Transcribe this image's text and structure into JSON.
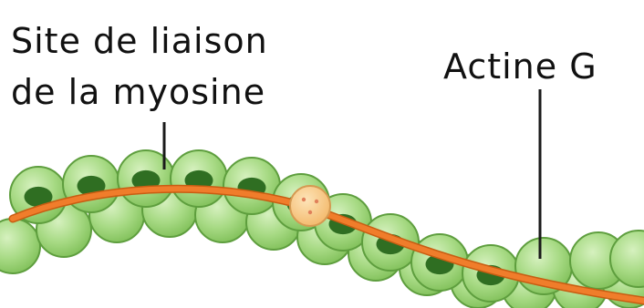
{
  "labels": {
    "binding_site_line1": "Site de liaison",
    "binding_site_line2": "de la myosine",
    "g_actin": "Actine G"
  },
  "colors": {
    "actin_light": "#b8e39a",
    "actin_mid": "#86c95c",
    "actin_outline": "#5e9e3e",
    "actin_core": "#2f6e22",
    "tropomyosin": "#f07d2b",
    "tropomyosin_edge": "#c85d12",
    "troponin": "#f9cf8e",
    "troponin_dot": "#e0805a",
    "leader_line": "#1a1a1a",
    "text": "#111111"
  }
}
